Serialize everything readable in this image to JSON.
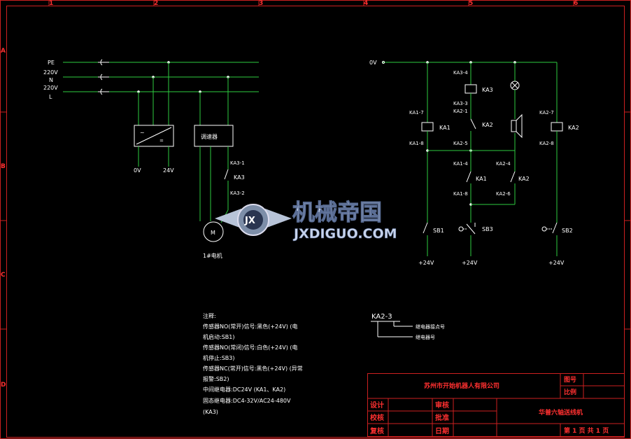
{
  "frame": {
    "col_labels": [
      "1",
      "2",
      "3",
      "4",
      "5",
      "6"
    ],
    "row_labels": [
      "A",
      "B",
      "C",
      "D"
    ]
  },
  "power": {
    "lines": [
      "PE",
      "220V",
      "N",
      "220V",
      "L"
    ],
    "psu_out": [
      "0V",
      "24V"
    ],
    "controller_label": "调速器",
    "motor_symbol": "M",
    "motor_label": "1#电机",
    "ka3_top": "KA3-1",
    "ka3_name": "KA3",
    "ka3_bottom": "KA3-2"
  },
  "control": {
    "ov": "0V",
    "ka1_coil": {
      "top": "KA1-7",
      "name": "KA1",
      "bottom": "KA1-8"
    },
    "ka3_coil": {
      "top": "KA3-4",
      "name": "KA3",
      "bottom": "KA3-3"
    },
    "ka2_contact": {
      "top": "KA2-1",
      "name": "KA2",
      "bottom": "KA2-5"
    },
    "ka2_coil": {
      "top": "KA2-7",
      "name": "KA2",
      "bottom": "KA2-8"
    },
    "ka1_self": {
      "top": "KA1-4",
      "name": "KA1",
      "bottom": "KA1-8"
    },
    "ka2_self": {
      "top": "KA2-4",
      "name": "KA2",
      "bottom": "KA2-6"
    },
    "sb1": "SB1",
    "sb3": "SB3",
    "sb2": "SB2",
    "supply": [
      "+24V",
      "+24V",
      "+24V"
    ]
  },
  "notes": {
    "title": "注释:",
    "lines": [
      "传感器NO(常开)信号:黑色(+24V) (电",
      "机启动:SB1)",
      "传感器NO(常闭)信号:白色(+24V) (电",
      "机停止:SB3)",
      "传感器NC(常开)信号:黑色(+24V) (异常",
      "报警:SB2)",
      "中间继电器:DC24V (KA1、KA2)",
      "固态继电器:DC4-32V/AC24-480V",
      "(KA3)"
    ]
  },
  "legend": {
    "code": "KA2-3",
    "contact_no": "继电器接点号",
    "relay_no": "继电器号"
  },
  "title_block": {
    "company": "苏州市开始机器人有限公司",
    "drawing_name": "华普六轴送线机",
    "fig_no": "图号",
    "scale": "比例",
    "design": "设计",
    "check": "校核",
    "review": "复核",
    "audit": "审核",
    "approve": "批准",
    "date": "日期",
    "sheet": "第 1 页  共 1 页"
  },
  "watermark": {
    "cn": "机械帝国",
    "en": "JXDIGUO.COM",
    "badge": "JX"
  }
}
